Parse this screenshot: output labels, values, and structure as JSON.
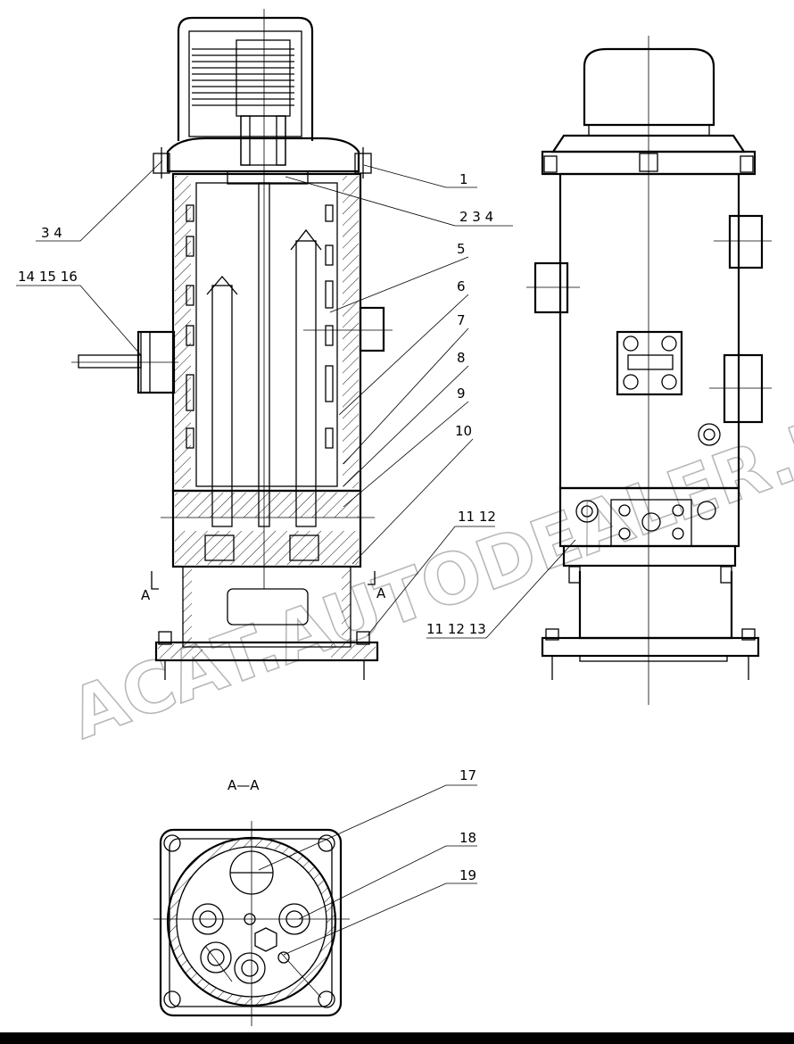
{
  "labels": {
    "l34": "3  4",
    "l1": "1",
    "l234": "2  3  4",
    "l141516": "14 15 16",
    "l5": "5",
    "l6": "6",
    "l7": "7",
    "l8": "8",
    "l9": "9",
    "l10": "10",
    "l1112": "11 12",
    "l111213": "11 12 13",
    "secA1": "A",
    "secA2": "A",
    "section_title": "A—A",
    "l17": "17",
    "l18": "18",
    "l19": "19"
  },
  "watermark": "ACAT.AUTODEALER.RU",
  "colors": {
    "line": "#000000",
    "watermark": "#b8b8b8",
    "background": "#ffffff"
  }
}
